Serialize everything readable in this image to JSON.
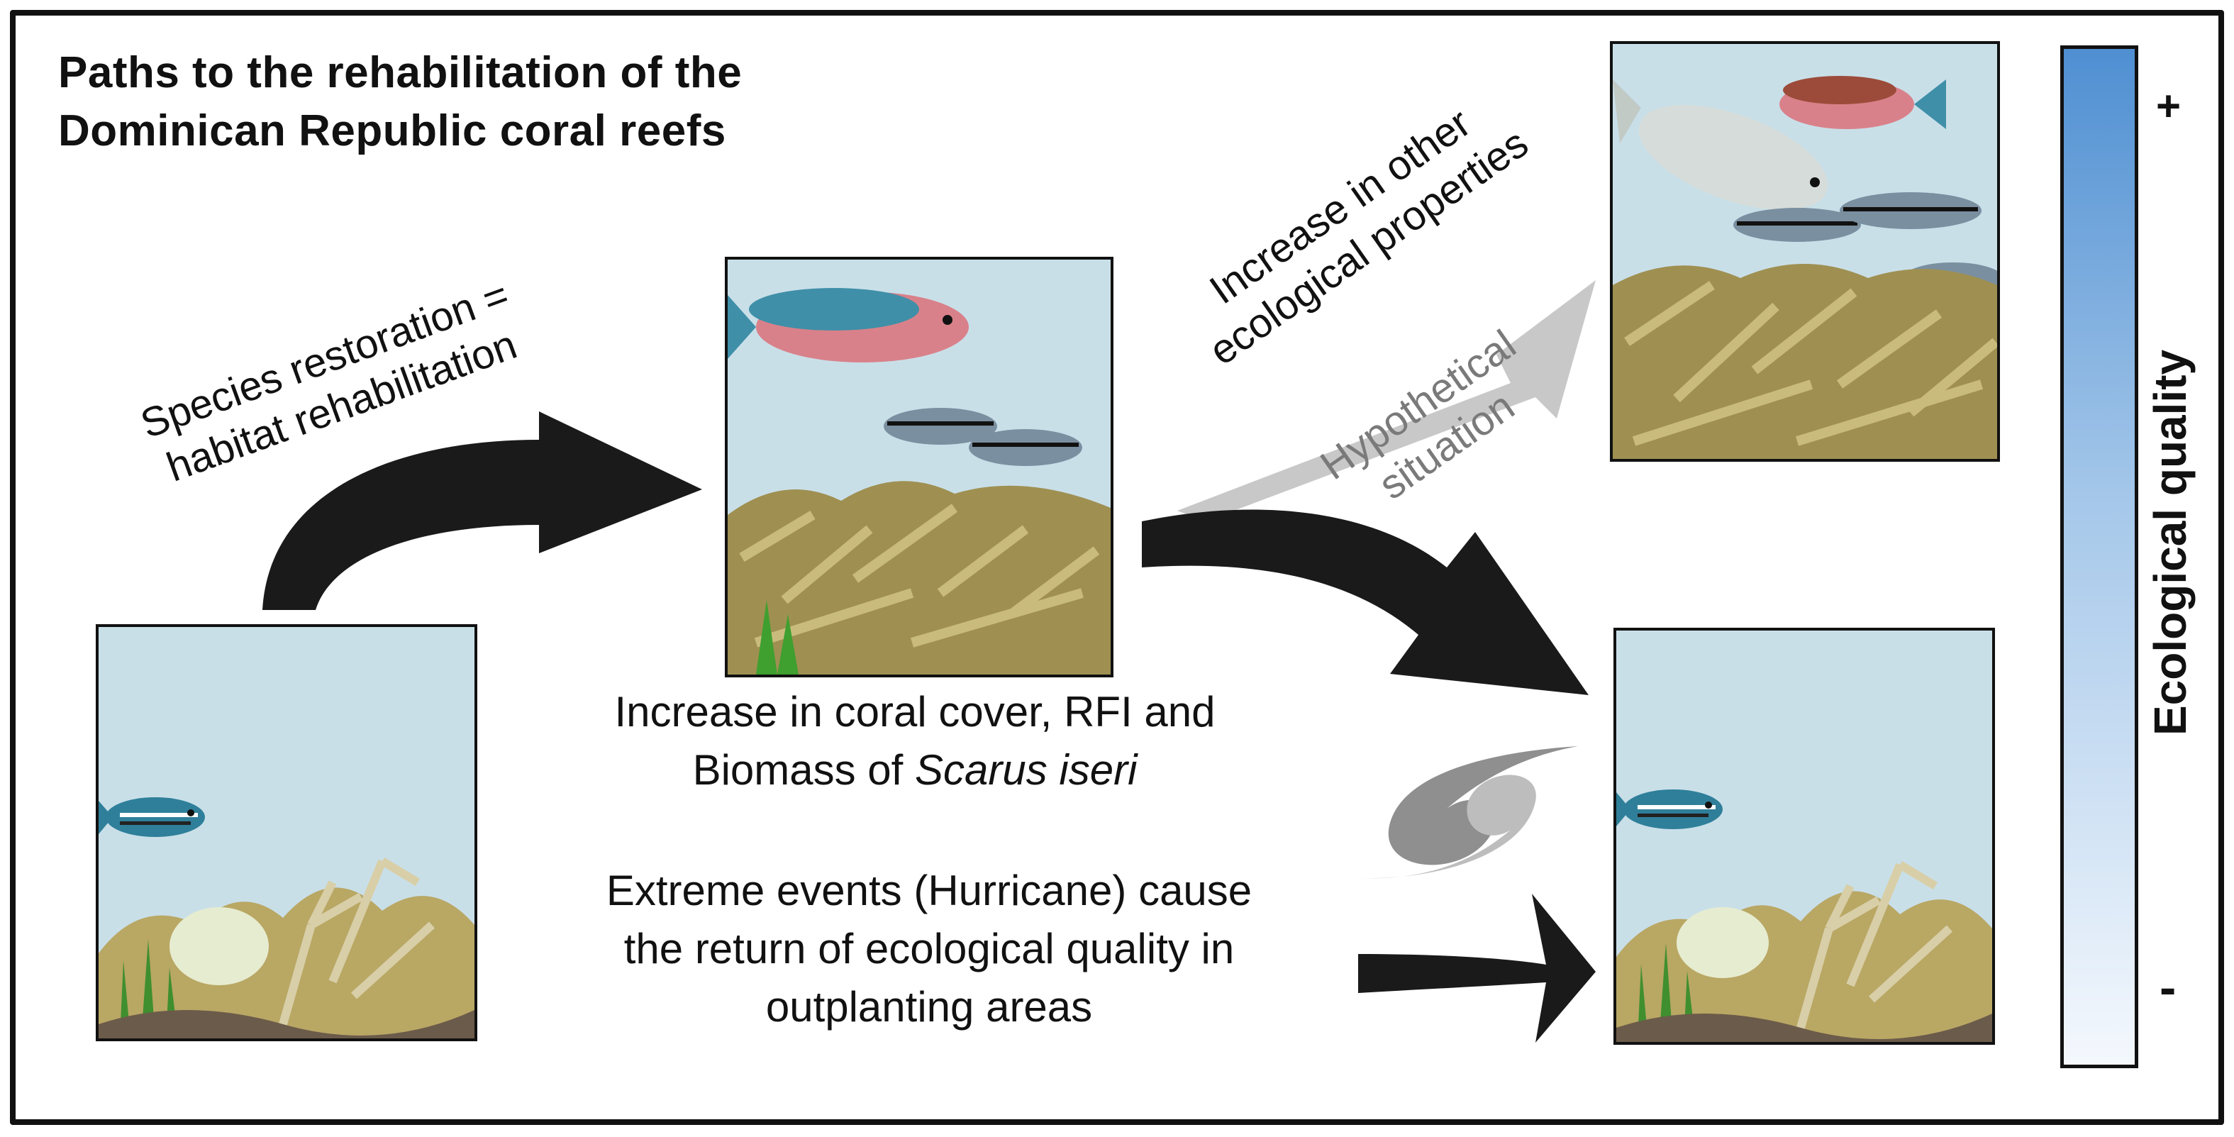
{
  "title": {
    "line1": "Paths to the rehabilitation of the",
    "line2": "Dominican Republic coral reefs"
  },
  "labels": {
    "restoration_line1": "Species restoration =",
    "restoration_line2": "habitat rehabilitation",
    "increase_other_line1": "Increase in other",
    "increase_other_line2": "ecological properties",
    "hypothetical_line1": "Hypothetical",
    "hypothetical_line2": "situation",
    "coral_cover_line1": "Increase in coral cover, RFI and",
    "coral_cover_line2_prefix": "Biomass of ",
    "coral_cover_species": "Scarus iseri",
    "extreme_line1": "Extreme events (Hurricane) cause",
    "extreme_line2": "the return of ecological quality in",
    "extreme_line3": "outplanting areas"
  },
  "scale": {
    "label": "Ecological quality",
    "high_symbol": "+",
    "low_symbol": "-"
  },
  "colors": {
    "water": "#c9dfe8",
    "coral": "#b9a764",
    "arrow_dark": "#1a1a1a",
    "arrow_light": "#c8c8c8",
    "scale_top": "#4f8fd2",
    "scale_bottom": "#f4f8fd"
  },
  "icons": {
    "hurricane": "hurricane-icon"
  }
}
